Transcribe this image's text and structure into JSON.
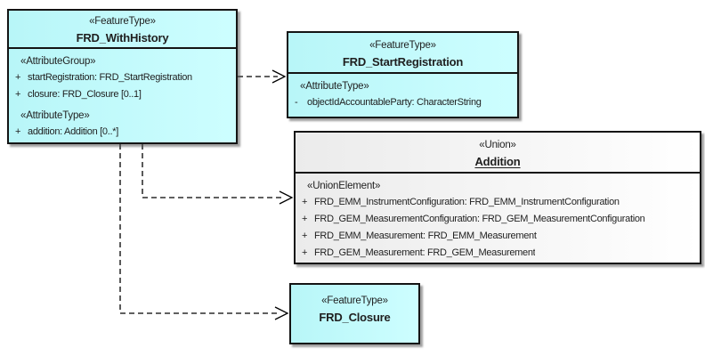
{
  "theme": {
    "background": "#ffffff",
    "feature_fill_left": "#b8f6f8",
    "feature_fill_right": "#cdfeff",
    "union_fill_left": "#ebebeb",
    "union_fill_right": "#ffffff",
    "border_color": "#141414",
    "text_color": "#1f1f1f",
    "connector_color": "#000000"
  },
  "classes": [
    {
      "stereotype": "«FeatureType»",
      "name": "FRD_WithHistory",
      "sections": [
        {
          "stereotype": "«AttributeGroup»",
          "attributes": [
            {
              "visibility": "+",
              "text": "startRegistration: FRD_StartRegistration"
            },
            {
              "visibility": "+",
              "text": "closure: FRD_Closure [0..1]"
            }
          ]
        },
        {
          "stereotype": "«AttributeType»",
          "attributes": [
            {
              "visibility": "+",
              "text": "addition: Addition [0..*]"
            }
          ]
        }
      ]
    },
    {
      "stereotype": "«FeatureType»",
      "name": "FRD_StartRegistration",
      "sections": [
        {
          "stereotype": "«AttributeType»",
          "attributes": [
            {
              "visibility": "-",
              "text": "objectIdAccountableParty: CharacterString"
            }
          ]
        }
      ]
    },
    {
      "stereotype": "«Union»",
      "name": "Addition",
      "sections": [
        {
          "stereotype": "«UnionElement»",
          "attributes": [
            {
              "visibility": "+",
              "text": "FRD_EMM_InstrumentConfiguration: FRD_EMM_InstrumentConfiguration"
            },
            {
              "visibility": "+",
              "text": "FRD_GEM_MeasurementConfiguration: FRD_GEM_MeasurementConfiguration"
            },
            {
              "visibility": "+",
              "text": "FRD_EMM_Measurement: FRD_EMM_Measurement"
            },
            {
              "visibility": "+",
              "text": "FRD_GEM_Measurement: FRD_GEM_Measurement"
            }
          ]
        }
      ]
    },
    {
      "stereotype": "«FeatureType»",
      "name": "FRD_Closure",
      "sections": []
    }
  ],
  "connectors": [
    {
      "from": "FRD_WithHistory",
      "to": "FRD_StartRegistration",
      "type": "dashed-dependency"
    },
    {
      "from": "FRD_WithHistory",
      "to": "Addition",
      "type": "dashed-dependency"
    },
    {
      "from": "FRD_WithHistory",
      "to": "FRD_Closure",
      "type": "dashed-dependency"
    }
  ]
}
